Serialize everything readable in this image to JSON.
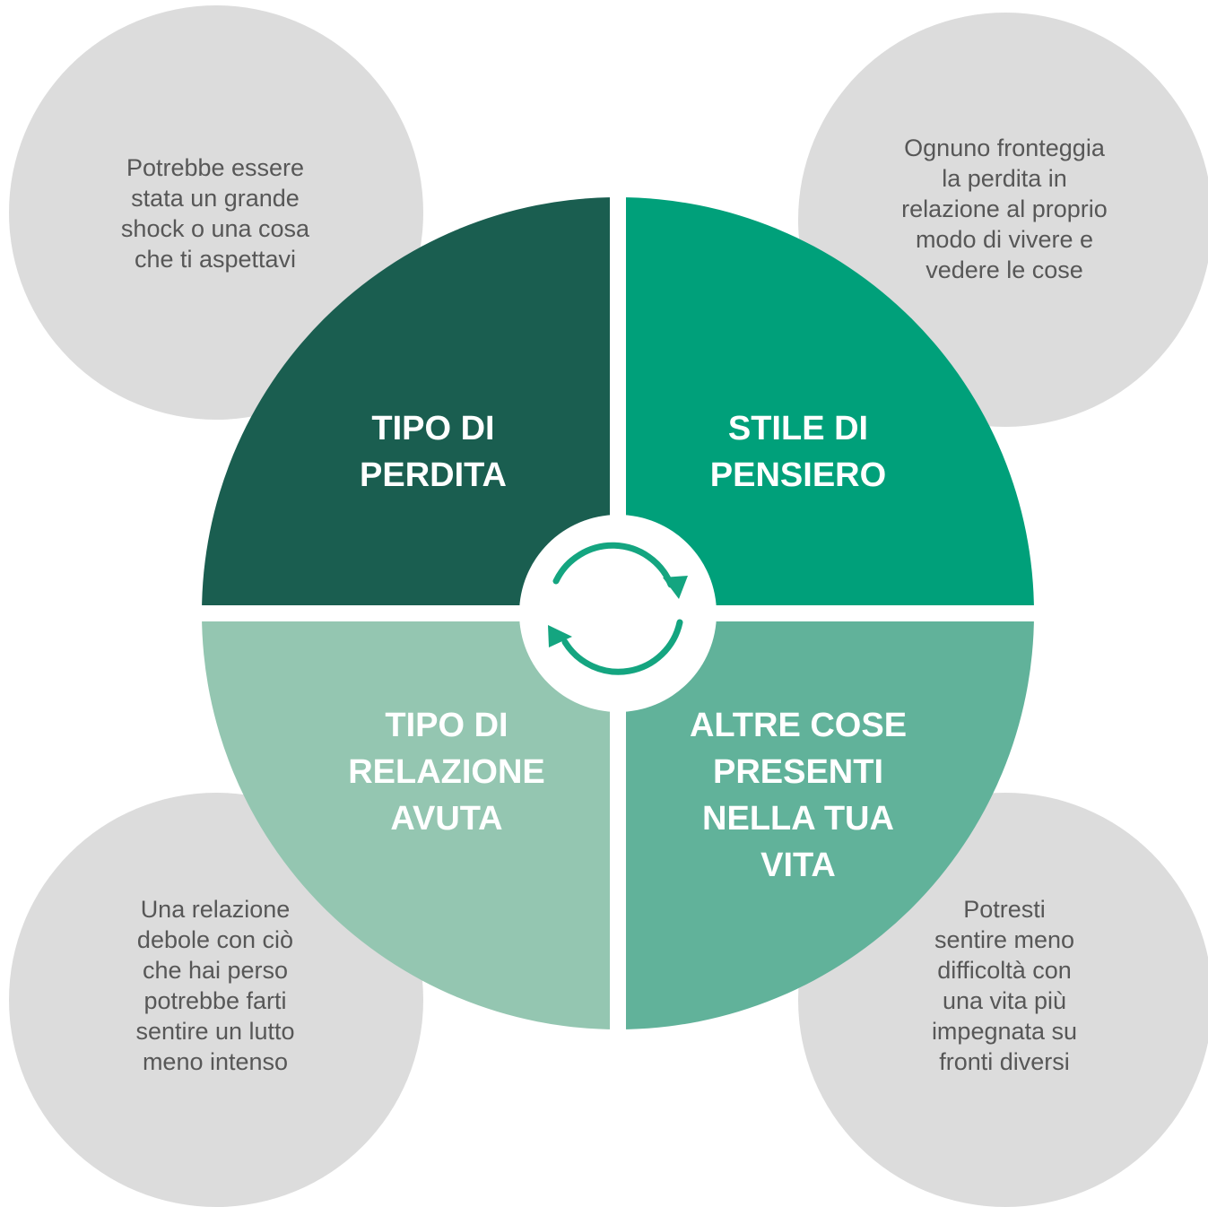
{
  "colors": {
    "q_top_left": "#1a5e50",
    "q_top_right": "#00a07a",
    "q_bottom_left": "#94c6b1",
    "q_bottom_right": "#61b29a",
    "bubble": "#dcdcdc",
    "bubble_text": "#575757",
    "center_icon": "#14a580"
  },
  "center": {
    "icon": "refresh-cycle-icon"
  },
  "quadrants": {
    "top_left": {
      "label": "TIPO DI\nPERDITA"
    },
    "top_right": {
      "label": "STILE DI\nPENSIERO"
    },
    "bottom_left": {
      "label": "TIPO DI\nRELAZIONE\nAVUTA"
    },
    "bottom_right": {
      "label": "ALTRE COSE\nPRESENTI\nNELLA TUA\nVITA"
    }
  },
  "bubbles": {
    "top_left": {
      "text": "Potrebbe essere\nstata un grande\nshock o una cosa\nche ti aspettavi"
    },
    "top_right": {
      "text": "Ognuno fronteggia\nla perdita in\nrelazione al proprio\nmodo di vivere e\nvedere le cose"
    },
    "bottom_left": {
      "text": "Una relazione\ndebole con ciò\nche hai perso\npotrebbe farti\nsentire un lutto\nmeno intenso"
    },
    "bottom_right": {
      "text": "Potresti\nsentire meno\ndifficoltà con\nuna vita più\nimpegnata su\nfronti diversi"
    }
  }
}
